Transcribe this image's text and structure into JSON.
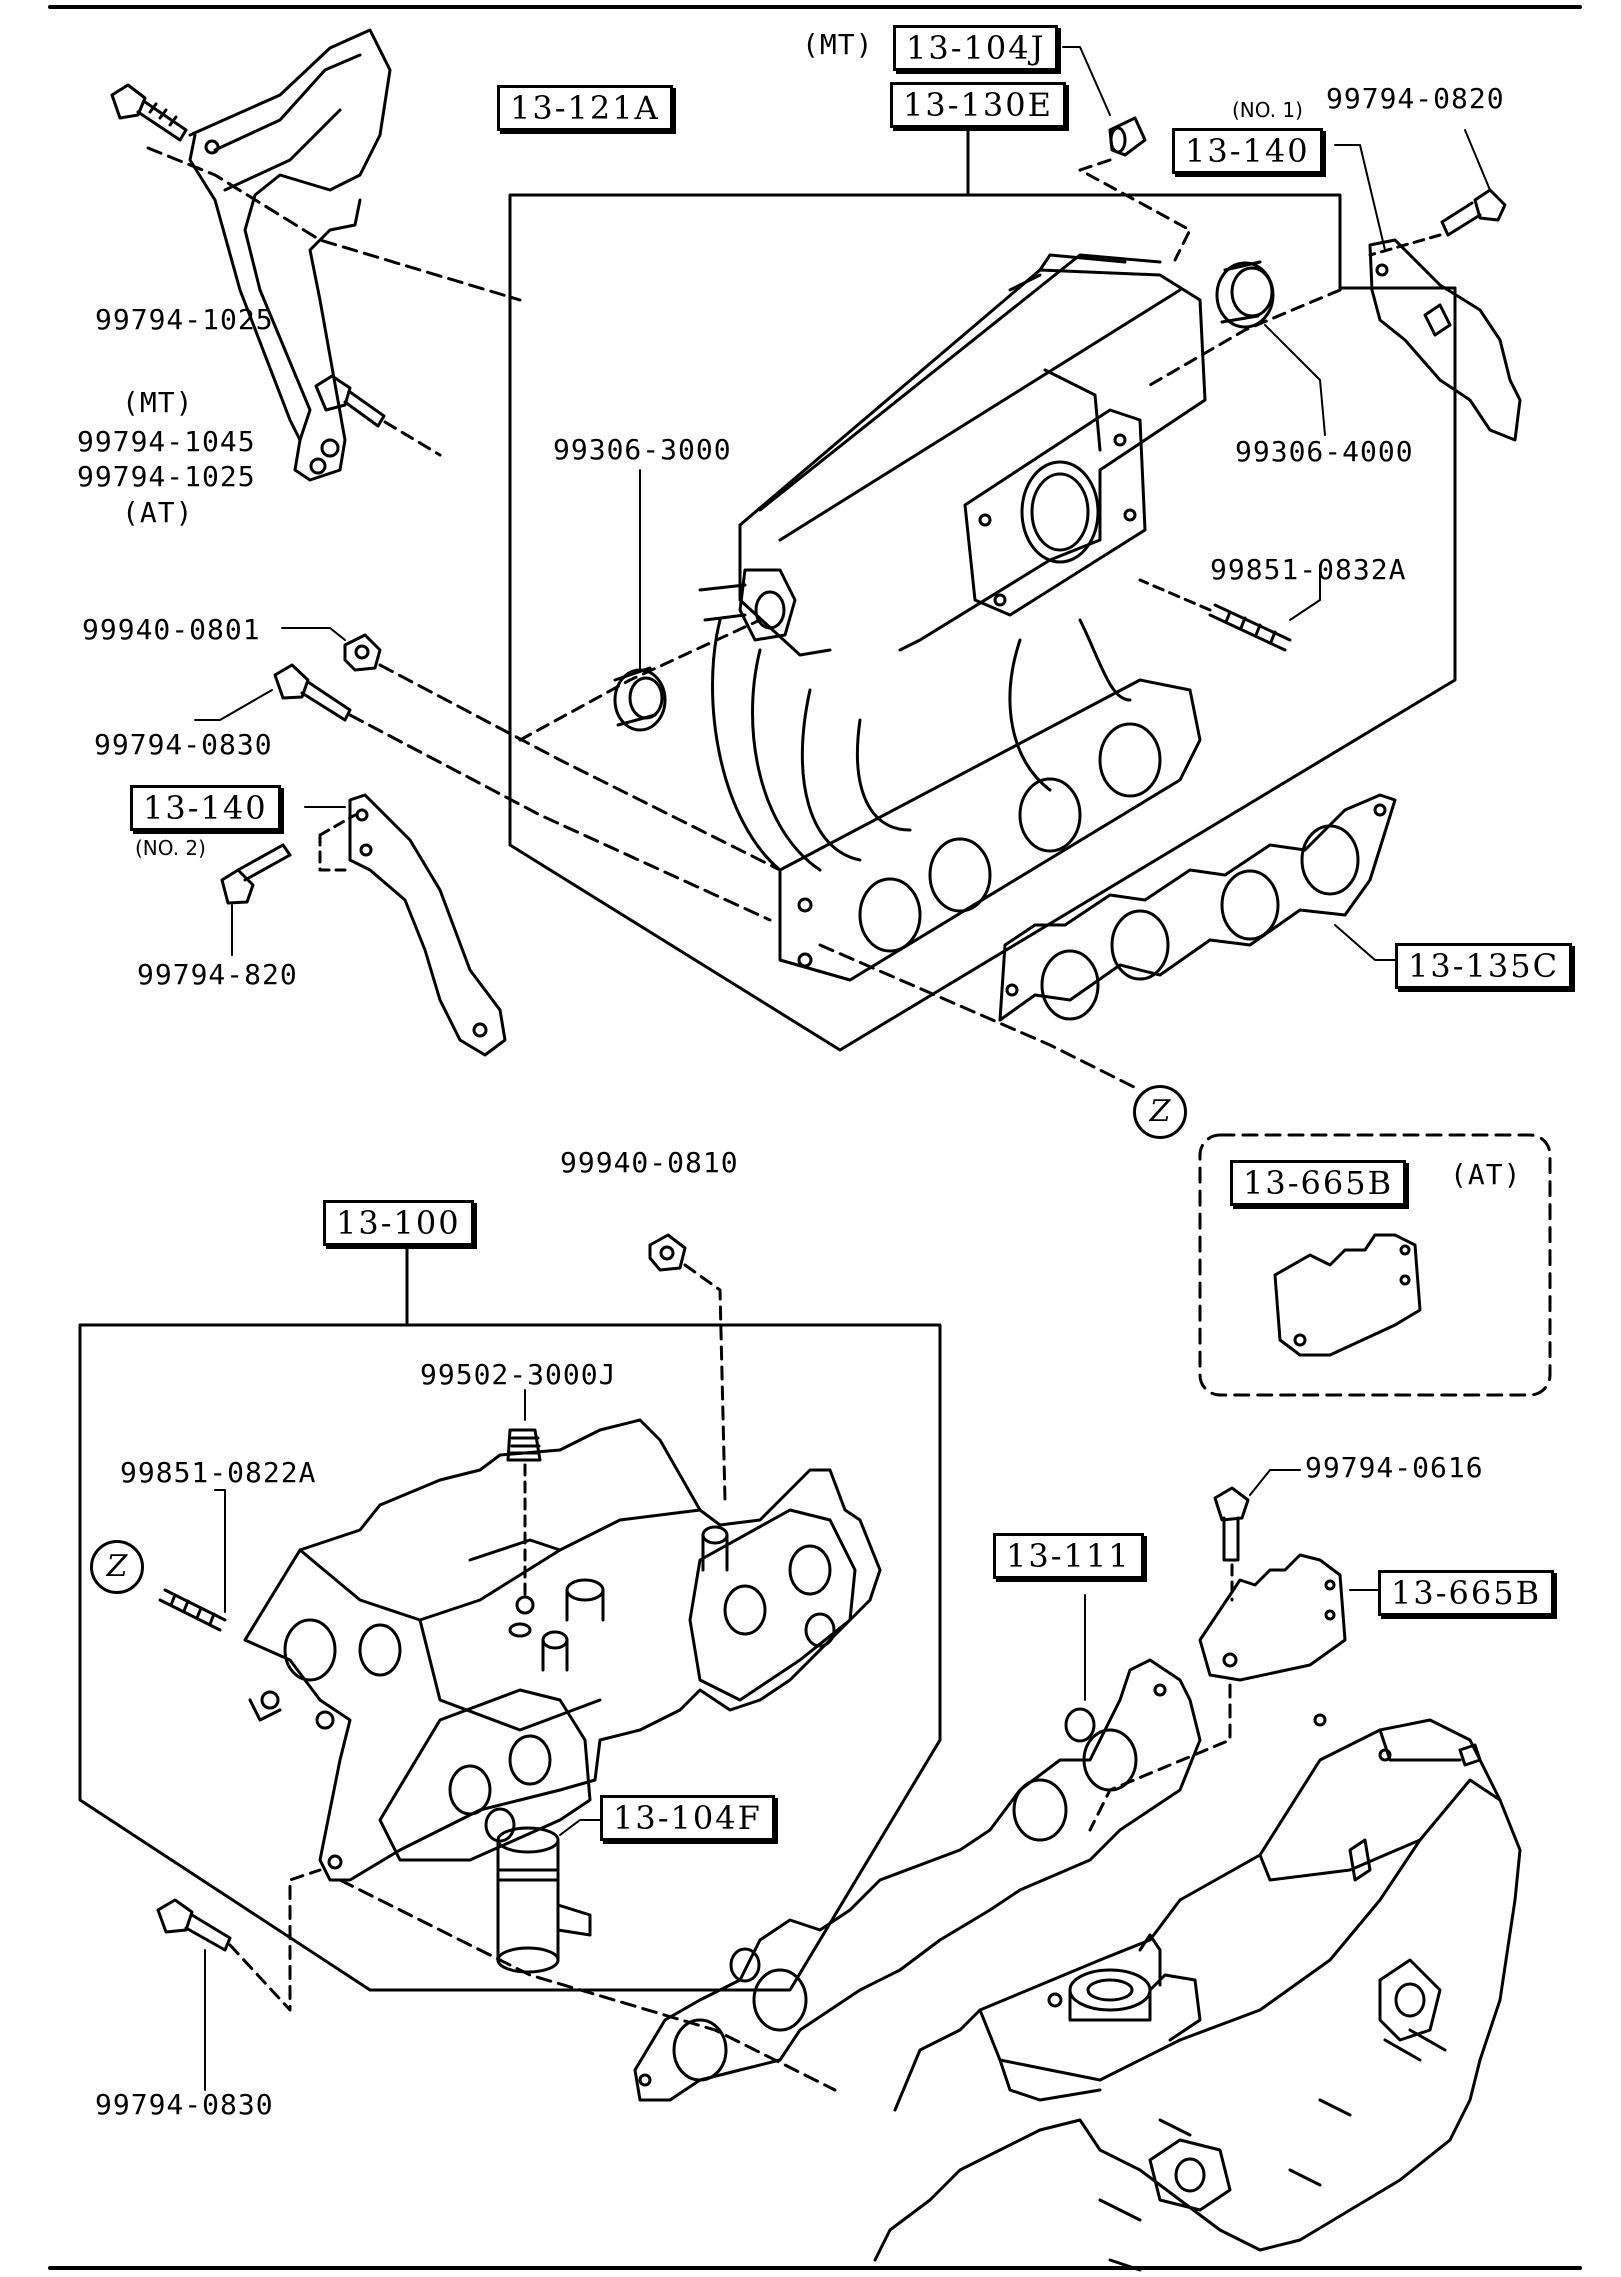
{
  "callouts": {
    "mt_top": "(MT)",
    "p_13_104J": "13-104J",
    "p_13_130E": "13-130E",
    "p_13_121A": "13-121A",
    "no1": "(NO. 1)",
    "p_99794_0820": "99794-0820",
    "p_13_140_a": "13-140",
    "p_99794_1025_a": "99794-1025",
    "mt_left": "(MT)",
    "p_99794_1045": "99794-1045",
    "p_99794_1025_b": "99794-1025",
    "at_left": "(AT)",
    "p_99306_3000": "99306-3000",
    "p_99306_4000": "99306-4000",
    "p_99851_0832A": "99851-0832A",
    "p_99940_0801": "99940-0801",
    "p_99794_0830_a": "99794-0830",
    "p_13_140_b": "13-140",
    "no2": "(NO. 2)",
    "p_99794_820": "99794-820",
    "p_13_135C": "13-135C",
    "z_top": "Z",
    "p_99940_0810": "99940-0810",
    "p_13_665B_a": "13-665B",
    "at_box": "(AT)",
    "p_13_100": "13-100",
    "p_99502_3000J": "99502-3000J",
    "p_99851_0822A": "99851-0822A",
    "z_bottom": "Z",
    "p_99794_0616": "99794-0616",
    "p_13_111": "13-111",
    "p_13_665B_b": "13-665B",
    "p_13_104F": "13-104F",
    "p_99794_0830_b": "99794-0830"
  }
}
